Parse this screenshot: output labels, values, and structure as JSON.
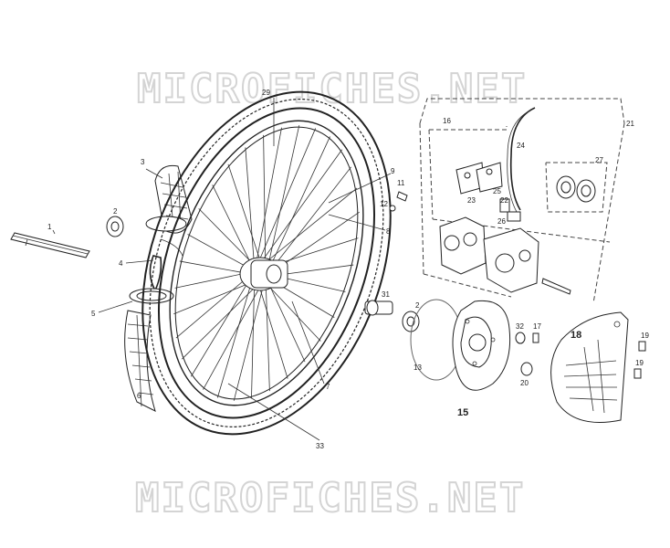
{
  "watermark": {
    "top": "MICROFICHES.NET",
    "bottom": "MICROFICHES.NET"
  },
  "callouts": [
    {
      "id": "c1",
      "text": "1"
    },
    {
      "id": "c2a",
      "text": "2"
    },
    {
      "id": "c3",
      "text": "3"
    },
    {
      "id": "c4",
      "text": "4"
    },
    {
      "id": "c5",
      "text": "5"
    },
    {
      "id": "c6",
      "text": "6"
    },
    {
      "id": "c7",
      "text": "7"
    },
    {
      "id": "c8",
      "text": "8"
    },
    {
      "id": "c9",
      "text": "9"
    },
    {
      "id": "c11",
      "text": "11"
    },
    {
      "id": "c12",
      "text": "12"
    },
    {
      "id": "c29",
      "text": "29"
    },
    {
      "id": "c33",
      "text": "33"
    },
    {
      "id": "c16",
      "text": "16"
    },
    {
      "id": "c21",
      "text": "21"
    },
    {
      "id": "c22",
      "text": "22"
    },
    {
      "id": "c23",
      "text": "23"
    },
    {
      "id": "c24",
      "text": "24"
    },
    {
      "id": "c25",
      "text": "25"
    },
    {
      "id": "c26",
      "text": "26"
    },
    {
      "id": "c27",
      "text": "27"
    },
    {
      "id": "c31",
      "text": "31"
    },
    {
      "id": "c2b",
      "text": "2"
    },
    {
      "id": "c13",
      "text": "13"
    },
    {
      "id": "c15",
      "text": "15"
    },
    {
      "id": "c32",
      "text": "32"
    },
    {
      "id": "c17",
      "text": "17"
    },
    {
      "id": "c20",
      "text": "20"
    },
    {
      "id": "c18",
      "text": "18"
    },
    {
      "id": "c19a",
      "text": "19"
    },
    {
      "id": "c19b",
      "text": "19"
    }
  ]
}
